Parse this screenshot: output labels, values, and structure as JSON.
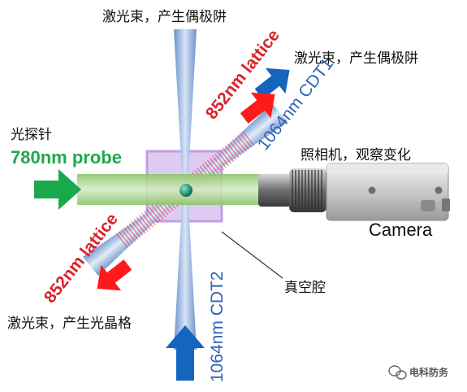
{
  "labels": {
    "top_cn": "激光束，产生偶极阱",
    "top_red": "852nm lattice",
    "right_cn": "激光束，产生偶极阱",
    "right_blue": "1064nm CDT1",
    "probe_cn": "光探针",
    "probe_green": "780nm probe",
    "camera_cn": "照相机，观察变化",
    "camera": "Camera",
    "left_red": "852nm lattice",
    "bottom_blue": "1064nm CDT2",
    "chamber_cn": "真空腔",
    "bottom_cn": "激光束，产生光晶格",
    "watermark": "电科防务"
  },
  "colors": {
    "red_arrow": "#ff1a1a",
    "blue_arrow": "#1565c0",
    "green_arrow": "#19a84b",
    "probe_beam": "#9fd27e",
    "chamber": "#c9a6e8",
    "atom": "#0b8a6f",
    "blue_beam": "#5a86c8"
  },
  "icons": [
    "red-arrow-icon",
    "blue-arrow-icon",
    "green-arrow-icon",
    "camera-icon",
    "wechat-icon"
  ]
}
